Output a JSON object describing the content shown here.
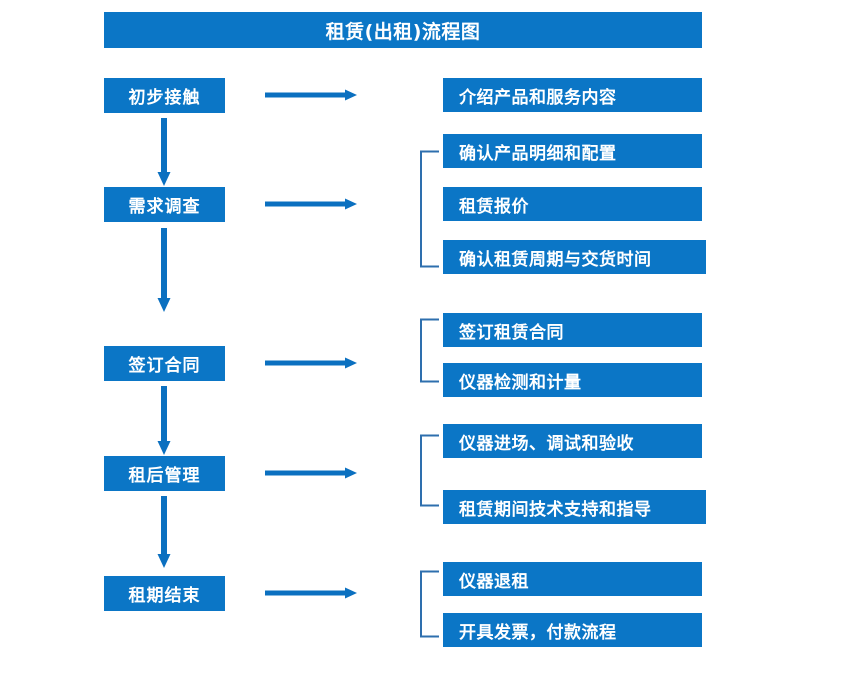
{
  "diagram": {
    "title": "租赁(出租)流程图",
    "colors": {
      "box_blue": "#0b76c6",
      "text_white": "#ffffff",
      "arrow_blue": "#0b70c0",
      "bracket_blue": "#2e6fae",
      "background": "#ffffff"
    },
    "stages": [
      {
        "label": "初步接触",
        "details": [
          "介绍产品和服务内容"
        ]
      },
      {
        "label": "需求调查",
        "details": [
          "确认产品明细和配置",
          "租赁报价",
          "确认租赁周期与交货时间"
        ]
      },
      {
        "label": "签订合同",
        "details": [
          "签订租赁合同",
          "仪器检测和计量"
        ]
      },
      {
        "label": "租后管理",
        "details": [
          "仪器进场、调试和验收",
          "租赁期间技术支持和指导"
        ]
      },
      {
        "label": "租期结束",
        "details": [
          "仪器退租",
          "开具发票，付款流程"
        ]
      }
    ]
  }
}
